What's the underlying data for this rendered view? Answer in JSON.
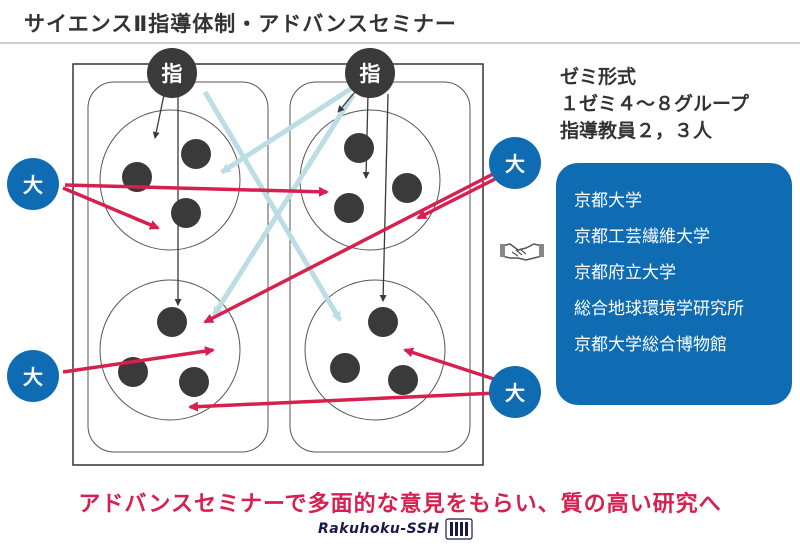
{
  "page": {
    "title": "サイエンスⅡ指導体制・アドバンスセミナー"
  },
  "diagram": {
    "teacher_label": "指",
    "univ_label": "大",
    "colors": {
      "accent_red": "#d7204f",
      "light_blue": "#bcdde4",
      "blue": "#0f6cb3",
      "dark": "#3a3a3a"
    }
  },
  "format": {
    "heading": "ゼミ形式",
    "groups": "１ゼミ４～８グループ",
    "teachers": "指導教員２，３人"
  },
  "institutions": [
    "京都大学",
    "京都工芸繊維大学",
    "京都府立大学",
    "総合地球環境学研究所",
    "京都大学総合博物館"
  ],
  "tagline": "アドバンスセミナーで多面的な意見をもらい、質の高い研究へ",
  "logo": {
    "text": "Rakuhoku-SSH"
  },
  "icons": {
    "handshake": "handshake-icon",
    "logo_mark": "logo-emblem-icon"
  }
}
